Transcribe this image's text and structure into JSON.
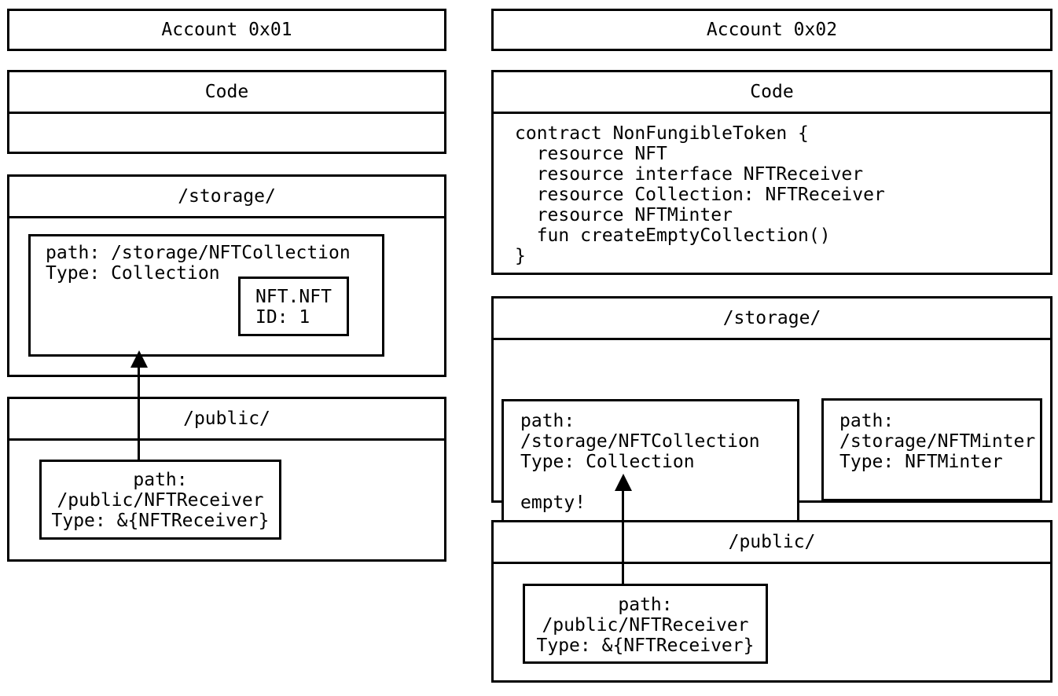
{
  "diagram": {
    "colors": {
      "border": "#000000",
      "background": "#ffffff",
      "text": "#000000"
    },
    "accounts": [
      {
        "title": "Account 0x01",
        "code_label": "Code",
        "code_body": "",
        "storage_label": "/storage/",
        "public_label": "/public/",
        "storage_items": {
          "collection": "path: /storage/NFTCollection\nType: Collection",
          "nft": "NFT.NFT\nID: 1"
        },
        "public_items": {
          "receiver": "path:\n/public/NFTReceiver\nType: &{NFTReceiver}"
        }
      },
      {
        "title": "Account 0x02",
        "code_label": "Code",
        "code_body": "contract NonFungibleToken {\n  resource NFT\n  resource interface NFTReceiver\n  resource Collection: NFTReceiver\n  resource NFTMinter\n  fun createEmptyCollection()\n}",
        "storage_label": "/storage/",
        "public_label": "/public/",
        "storage_items": {
          "collection": "path:\n/storage/NFTCollection\nType: Collection\n\nempty!",
          "minter": "path:\n/storage/NFTMinter\nType: NFTMinter"
        },
        "public_items": {
          "receiver": "path:\n/public/NFTReceiver\nType: &{NFTReceiver}"
        }
      }
    ]
  }
}
